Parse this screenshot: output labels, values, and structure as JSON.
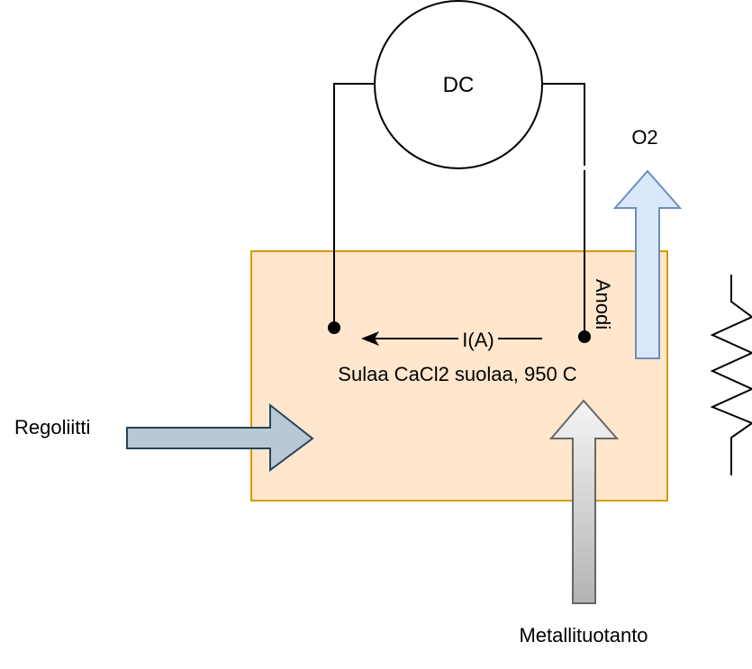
{
  "diagram": {
    "power_source_label": "DC",
    "oxygen_label": "O2",
    "anode_label": "Anodi",
    "current_label": "I(A)",
    "bath_label": "Sulaa CaCl2 suolaa, 950 C",
    "input_label": "Regoliitti",
    "output_label": "Metallituotanto"
  },
  "colors": {
    "bath_fill": "#ffe6cc",
    "bath_stroke": "#d79b00",
    "regolith_arrow_fill": "#bac8d3",
    "regolith_arrow_stroke": "#23445d",
    "oxygen_arrow_fill": "#dae8fc",
    "oxygen_arrow_stroke": "#6c8ebf",
    "metal_arrow_top": "#f5f5f5",
    "metal_arrow_bottom": "#b3b3b3",
    "metal_arrow_stroke": "#666666",
    "line": "#000000"
  }
}
